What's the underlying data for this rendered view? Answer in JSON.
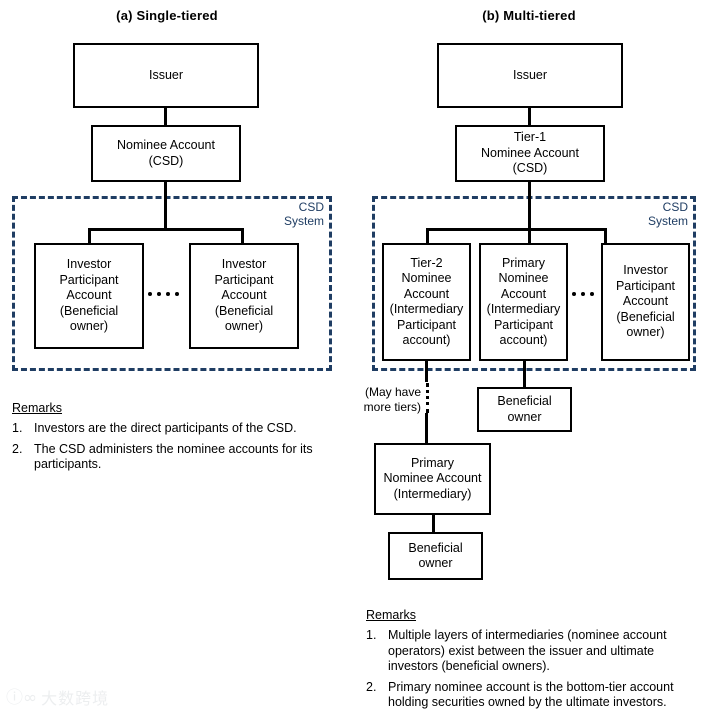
{
  "panels": {
    "left": {
      "title": "(a) Single-tiered",
      "nodes": {
        "issuer": "Issuer",
        "nominee_account": "Nominee Account\n(CSD)",
        "investor_participant_1": "Investor\nParticipant\nAccount\n(Beneficial\nowner)",
        "investor_participant_2": "Investor\nParticipant\nAccount\n(Beneficial\nowner)"
      },
      "csd_region_label": "CSD\nSystem",
      "remarks": {
        "title": "Remarks",
        "items": [
          {
            "num": "1.",
            "text": "Investors are the direct participants of the CSD."
          },
          {
            "num": "2.",
            "text": "The CSD administers the nominee accounts for its participants."
          }
        ]
      }
    },
    "right": {
      "title": "(b) Multi-tiered",
      "nodes": {
        "issuer": "Issuer",
        "tier1_nominee_account": "Tier-1\nNominee Account\n(CSD)",
        "tier2_nominee_account": "Tier-2\nNominee\nAccount\n(Intermediary\nParticipant\naccount)",
        "primary_nominee_account_participant": "Primary\nNominee\nAccount\n(Intermediary\nParticipant\naccount)",
        "investor_participant": "Investor\nParticipant\nAccount\n(Beneficial\nowner)",
        "beneficial_owner_upper": "Beneficial\nowner",
        "primary_nominee_account_intermediary": "Primary\nNominee Account\n(Intermediary)",
        "beneficial_owner_lower": "Beneficial\nowner"
      },
      "csd_region_label": "CSD\nSystem",
      "tier_note": "(May have\nmore tiers)",
      "remarks": {
        "title": "Remarks",
        "items": [
          {
            "num": "1.",
            "text": "Multiple layers of intermediaries (nominee account operators) exist between the issuer and ultimate investors (beneficial owners)."
          },
          {
            "num": "2.",
            "text": "Primary nominee account is the bottom-tier account holding securities owned by the ultimate investors."
          }
        ]
      }
    }
  },
  "watermark": {
    "mark": "ⓘ∞",
    "text": "大数跨境"
  },
  "colors": {
    "box_border": "#000000",
    "csd_dashed": "#1f3d63",
    "text": "#000000",
    "background": "#ffffff"
  }
}
